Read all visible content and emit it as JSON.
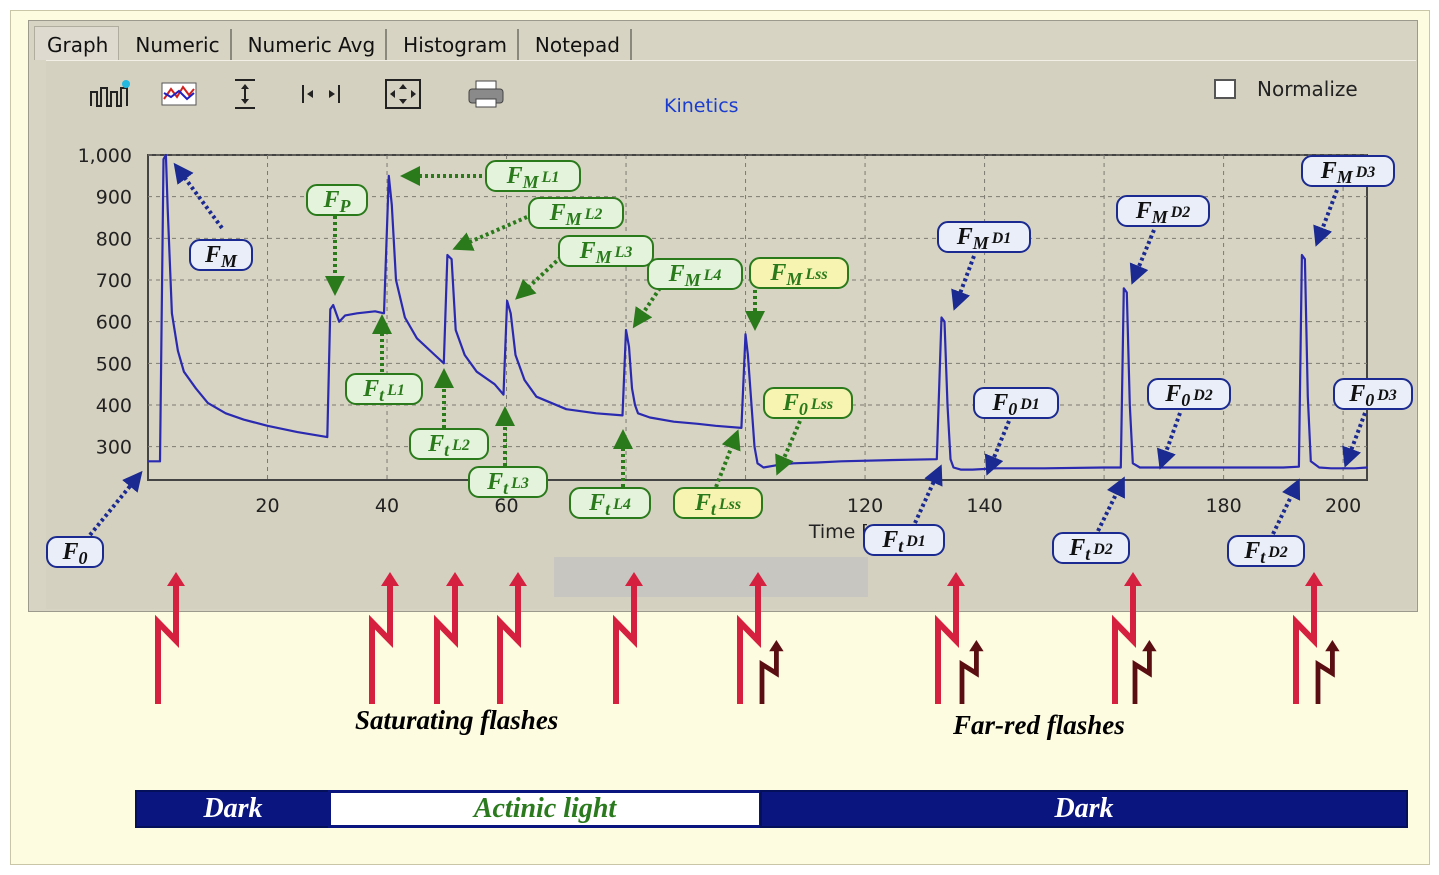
{
  "tabs": [
    {
      "label": "Graph"
    },
    {
      "label": "Numeric"
    },
    {
      "label": "Numeric Avg"
    },
    {
      "label": "Histogram"
    },
    {
      "label": "Notepad"
    }
  ],
  "toolbar": {
    "icons": [
      "pulse-icon",
      "chart-icon",
      "fit-vertical-icon",
      "fit-horizontal-icon",
      "fit-all-icon",
      "print-icon"
    ]
  },
  "chart_title": "Kinetics",
  "normalize": {
    "label": "Normalize",
    "checked": false
  },
  "chart_data": {
    "type": "line",
    "xlabel": "Time [s]",
    "ylabel": "",
    "xlim": [
      0,
      204
    ],
    "ylim": [
      220,
      1000
    ],
    "x_ticks": [
      {
        "value": 20,
        "label": "20"
      },
      {
        "value": 40,
        "label": "40"
      },
      {
        "value": 60,
        "label": "60"
      },
      {
        "value": 120,
        "label": "120"
      },
      {
        "value": 140,
        "label": "140"
      },
      {
        "value": 180,
        "label": "180"
      },
      {
        "value": 200,
        "label": "200"
      }
    ],
    "y_ticks": [
      {
        "value": 300,
        "label": "300"
      },
      {
        "value": 400,
        "label": "400"
      },
      {
        "value": 500,
        "label": "500"
      },
      {
        "value": 600,
        "label": "600"
      },
      {
        "value": 700,
        "label": "700"
      },
      {
        "value": 800,
        "label": "800"
      },
      {
        "value": 900,
        "label": "900"
      },
      {
        "value": 1000,
        "label": "1,000"
      }
    ],
    "grid": true,
    "series": [
      {
        "color": "#2a2ab0",
        "x": [
          0,
          2,
          2.6,
          3,
          3.3,
          4,
          5,
          6,
          8,
          10,
          13,
          16,
          20,
          25,
          30,
          30.5,
          31,
          32,
          33,
          35,
          38,
          39.5,
          40.3,
          40.8,
          41.5,
          43,
          45,
          48,
          49.5,
          50.1,
          50.8,
          51.5,
          53,
          55,
          58,
          59.5,
          60.1,
          60.7,
          61.5,
          63,
          65,
          70,
          75,
          79.4,
          80,
          80.5,
          81,
          81.5,
          82,
          84,
          88,
          92,
          95,
          99.3,
          100,
          100.4,
          101,
          101.5,
          102,
          103,
          105,
          108,
          112,
          116,
          125,
          132,
          132.8,
          133.3,
          133.8,
          134.3,
          134.8,
          136,
          138,
          142,
          150,
          160,
          162.8,
          163.3,
          163.8,
          164.3,
          164.8,
          166,
          168,
          172,
          180,
          190,
          192.6,
          193.1,
          193.6,
          194.1,
          194.6,
          196,
          198,
          202,
          204
        ],
        "y": [
          265,
          265,
          990,
          1000,
          870,
          620,
          530,
          480,
          440,
          405,
          380,
          365,
          350,
          335,
          323,
          630,
          640,
          600,
          615,
          620,
          625,
          620,
          950,
          880,
          700,
          610,
          560,
          520,
          500,
          760,
          750,
          580,
          520,
          480,
          450,
          425,
          650,
          620,
          520,
          460,
          420,
          390,
          380,
          375,
          580,
          540,
          440,
          400,
          380,
          370,
          360,
          355,
          350,
          345,
          570,
          520,
          400,
          300,
          260,
          250,
          255,
          260,
          262,
          265,
          268,
          270,
          610,
          600,
          400,
          270,
          250,
          245,
          245,
          248,
          248,
          250,
          250,
          680,
          670,
          400,
          260,
          250,
          250,
          250,
          250,
          250,
          252,
          760,
          750,
          420,
          265,
          250,
          248,
          248,
          250
        ]
      }
    ],
    "annotations": [
      {
        "label": "F",
        "sub": "M",
        "tag": "",
        "style": "blue"
      },
      {
        "label": "F",
        "sub": "0",
        "tag": "",
        "style": "blue"
      },
      {
        "label": "F",
        "sub": "P",
        "tag": "",
        "style": "green"
      },
      {
        "label": "F",
        "sub": "M",
        "tag": "L1",
        "style": "green"
      },
      {
        "label": "F",
        "sub": "M",
        "tag": "L2",
        "style": "green"
      },
      {
        "label": "F",
        "sub": "M",
        "tag": "L3",
        "style": "green"
      },
      {
        "label": "F",
        "sub": "M",
        "tag": "L4",
        "style": "green"
      },
      {
        "label": "F",
        "sub": "M",
        "tag": "Lss",
        "style": "yellow"
      },
      {
        "label": "F",
        "sub": "t",
        "tag": "L1",
        "style": "green"
      },
      {
        "label": "F",
        "sub": "t",
        "tag": "L2",
        "style": "green"
      },
      {
        "label": "F",
        "sub": "t",
        "tag": "L3",
        "style": "green"
      },
      {
        "label": "F",
        "sub": "t",
        "tag": "L4",
        "style": "green"
      },
      {
        "label": "F",
        "sub": "t",
        "tag": "Lss",
        "style": "yellow"
      },
      {
        "label": "F",
        "sub": "0",
        "tag": "Lss",
        "style": "yellow"
      },
      {
        "label": "F",
        "sub": "M",
        "tag": "D1",
        "style": "blue"
      },
      {
        "label": "F",
        "sub": "M",
        "tag": "D2",
        "style": "blue"
      },
      {
        "label": "F",
        "sub": "M",
        "tag": "D3",
        "style": "blue"
      },
      {
        "label": "F",
        "sub": "0",
        "tag": "D1",
        "style": "blue"
      },
      {
        "label": "F",
        "sub": "0",
        "tag": "D2",
        "style": "blue"
      },
      {
        "label": "F",
        "sub": "0",
        "tag": "D3",
        "style": "blue"
      },
      {
        "label": "F",
        "sub": "t",
        "tag": "D1",
        "style": "blue"
      },
      {
        "label": "F",
        "sub": "t",
        "tag": "D2",
        "style": "blue"
      },
      {
        "label": "F",
        "sub": "t",
        "tag": "D2",
        "style": "blue"
      }
    ]
  },
  "flashes": {
    "saturating_label": "Saturating flashes",
    "farred_label": "Far-red flashes",
    "saturating_color": "#d62040",
    "farred_color": "#5a0e12"
  },
  "bands": [
    {
      "label": "Dark",
      "kind": "dark"
    },
    {
      "label": "Actinic light",
      "kind": "actinic"
    },
    {
      "label": "Dark",
      "kind": "dark"
    }
  ]
}
